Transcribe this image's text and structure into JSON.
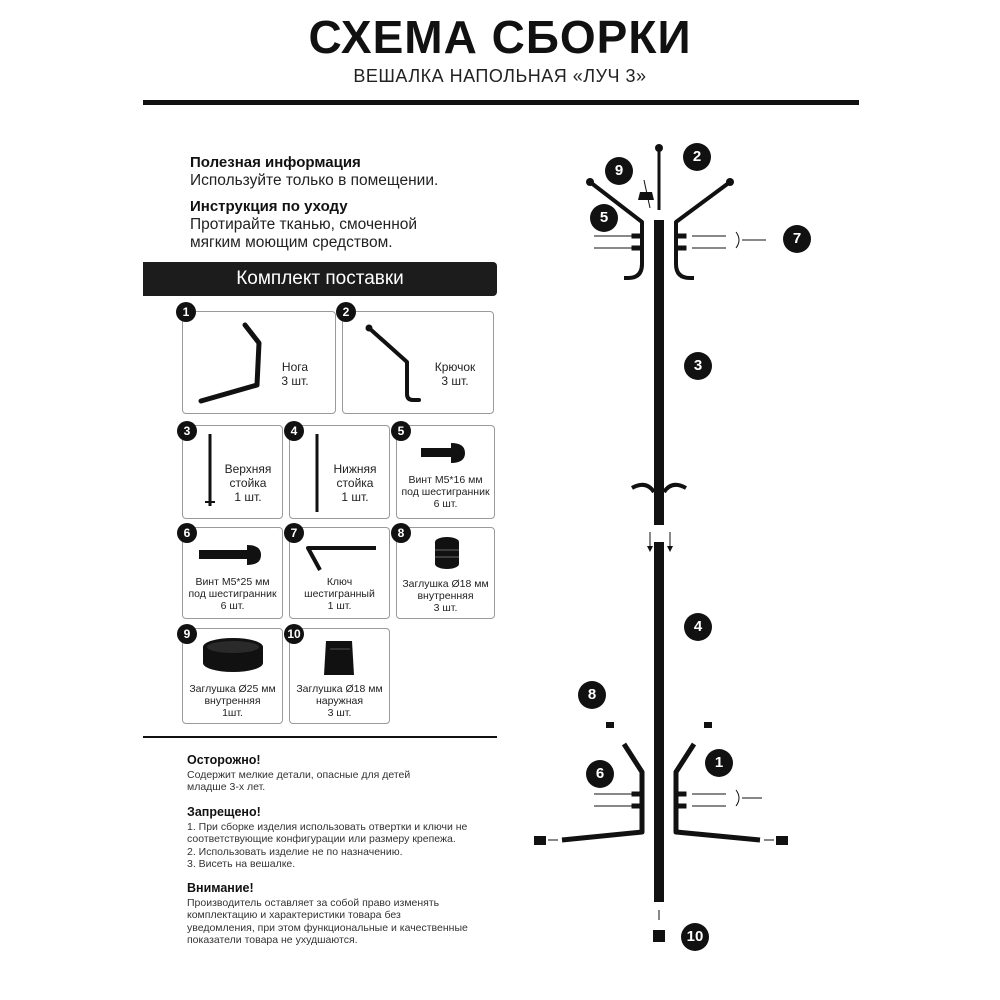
{
  "header": {
    "title": "СХЕМА СБОРКИ",
    "subtitle": "ВЕШАЛКА НАПОЛЬНАЯ «ЛУЧ 3»"
  },
  "info": {
    "useful_title": "Полезная информация",
    "useful_text": "Используйте только в помещении.",
    "care_title": "Инструкция по уходу",
    "care_line1": "Протирайте тканью, смоченной",
    "care_line2": "мягким моющим средством."
  },
  "kit": {
    "title": "Комплект поставки",
    "items": [
      {
        "num": "1",
        "label": "Нога\n3 шт."
      },
      {
        "num": "2",
        "label": "Крючок\n3 шт."
      },
      {
        "num": "3",
        "label": "Верхняя\nстойка\n1 шт."
      },
      {
        "num": "4",
        "label": "Нижняя\nстойка\n1 шт."
      },
      {
        "num": "5",
        "label": "Винт М5*16 мм\nпод шестигранник\n6 шт."
      },
      {
        "num": "6",
        "label": "Винт М5*25 мм\nпод шестигранник\n6 шт."
      },
      {
        "num": "7",
        "label": "Ключ\nшестигранный\n1 шт."
      },
      {
        "num": "8",
        "label": "Заглушка Ø18 мм\nвнутренняя\n3 шт."
      },
      {
        "num": "9",
        "label": "Заглушка Ø25 мм\nвнутренняя\n1шт."
      },
      {
        "num": "10",
        "label": "Заглушка Ø18 мм\nнаружная\n3 шт."
      }
    ]
  },
  "warnings": {
    "caution_title": "Осторожно!",
    "caution_text": "Содержит мелкие детали, опасные для детей\nмладше 3-х лет.",
    "forbidden_title": "Запрещено!",
    "forbidden_text": "1. При сборке изделия использовать отвертки и ключи не\nсоответствующие конфигурации или размеру крепежа.\n2. Использовать изделие не по назначению.\n3. Висеть на вешалке.",
    "attention_title": "Внимание!",
    "attention_text": "Производитель оставляет за собой право изменять\nкомплектацию и характеристики товара без\nуведомления, при этом функциональные и качественные\nпоказатели товара не ухудшаются."
  },
  "diagram": {
    "callouts": [
      "2",
      "9",
      "5",
      "7",
      "3",
      "4",
      "8",
      "1",
      "6",
      "10"
    ]
  },
  "colors": {
    "ink": "#111111",
    "border": "#9a9a9a",
    "bar": "#1c1c1c"
  }
}
